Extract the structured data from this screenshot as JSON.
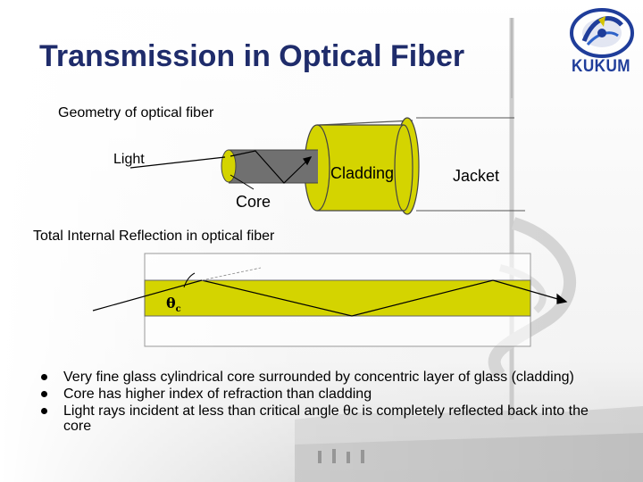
{
  "slide": {
    "title": "Transmission in Optical Fiber",
    "logo_text": "KUKUM"
  },
  "diagram": {
    "geometry_label": "Geometry of optical fiber",
    "light_label": "Light",
    "cladding_label": "Cladding",
    "jacket_label": "Jacket",
    "core_label": "Core",
    "tir_label": "Total Internal Reflection in optical fiber",
    "theta_symbol": "θ",
    "theta_subscript": "c"
  },
  "bullets": [
    "Very fine glass cylindrical core surrounded by concentric layer of glass (cladding)",
    "Core has higher index of refraction than cladding",
    "Light rays incident at less than critical angle θc is completely reflected back into the core"
  ],
  "colors": {
    "title": "#1f2c6b",
    "fiber_yellow": "#d4d400",
    "core_gray": "#707070",
    "logo_blue": "#1f3d9a"
  }
}
